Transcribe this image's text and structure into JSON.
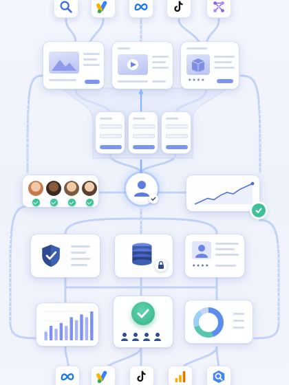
{
  "stars": "★★★★",
  "stars_small": "★★★★",
  "colors": {
    "accent": "#7d93f2",
    "wire": "#a9c3f5",
    "glow": "#6aa7ff",
    "success": "#3fc19b",
    "navy": "#2f4a8f",
    "bar": "#7d8ff0"
  },
  "icons": {
    "top": [
      "search-icon",
      "google-ads-icon",
      "meta-icon",
      "tiktok-icon",
      "network-graph-icon"
    ],
    "bottom": [
      "meta-icon",
      "google-ads-icon",
      "tiktok-icon",
      "analytics-bars-icon",
      "bigquery-icon"
    ]
  },
  "growth_chart": {
    "values": [
      3,
      4,
      5,
      4.5,
      6,
      7,
      6.5,
      8,
      9,
      10
    ]
  },
  "bar_chart": {
    "values": [
      3,
      5,
      4,
      6,
      5,
      8,
      7,
      9,
      8,
      10
    ]
  },
  "donut_chart": {
    "values": [
      45,
      25,
      20,
      10
    ]
  }
}
